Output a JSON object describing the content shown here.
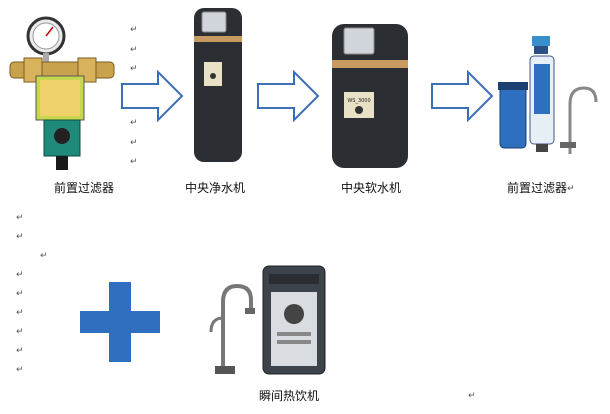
{
  "captions": {
    "pre_filter_1": "前置过滤器",
    "central_purifier": "中央净水机",
    "central_softener": "中央软水机",
    "pre_filter_2": "前置过滤器",
    "instant_hot": "瞬间热饮机"
  },
  "paragraph_mark": "↵",
  "device_labels": {
    "softener_badge": "WS_3000"
  },
  "colors": {
    "arrow_outline": "#3c6fb4",
    "plus_fill": "#2f6fc0",
    "cabinet_dark": "#2b2f33",
    "cabinet_band": "#c79a62"
  }
}
